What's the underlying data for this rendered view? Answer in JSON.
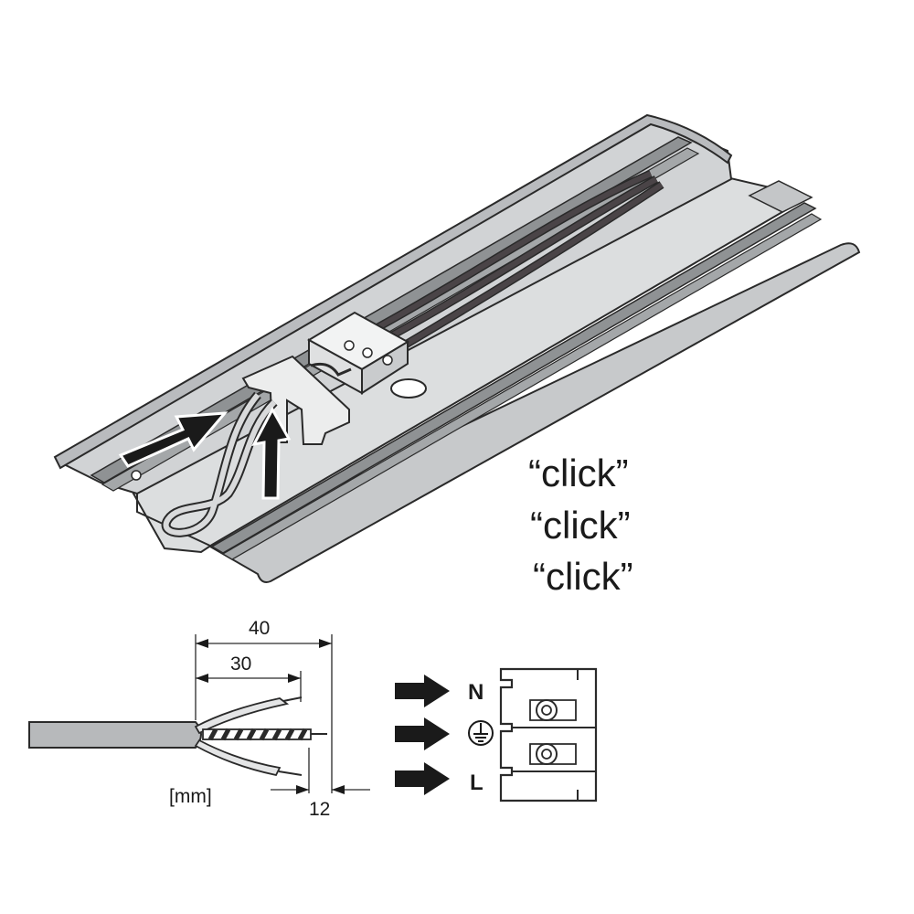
{
  "sounds": [
    "“click”",
    "“click”",
    "“click”"
  ],
  "dimensions": {
    "strip_outer": "40",
    "strip_inner": "30",
    "strip_end": "12",
    "unit": "[mm]"
  },
  "terminals": {
    "neutral": "N",
    "earth_symbol": "⏚",
    "live": "L"
  },
  "colors": {
    "housing": "#d4d6d8",
    "housing_dark": "#a9acaf",
    "outline": "#2a2a2a",
    "wire": "#3a3335",
    "cable": "#b7b9bb",
    "arrow": "#1a1a1a"
  }
}
